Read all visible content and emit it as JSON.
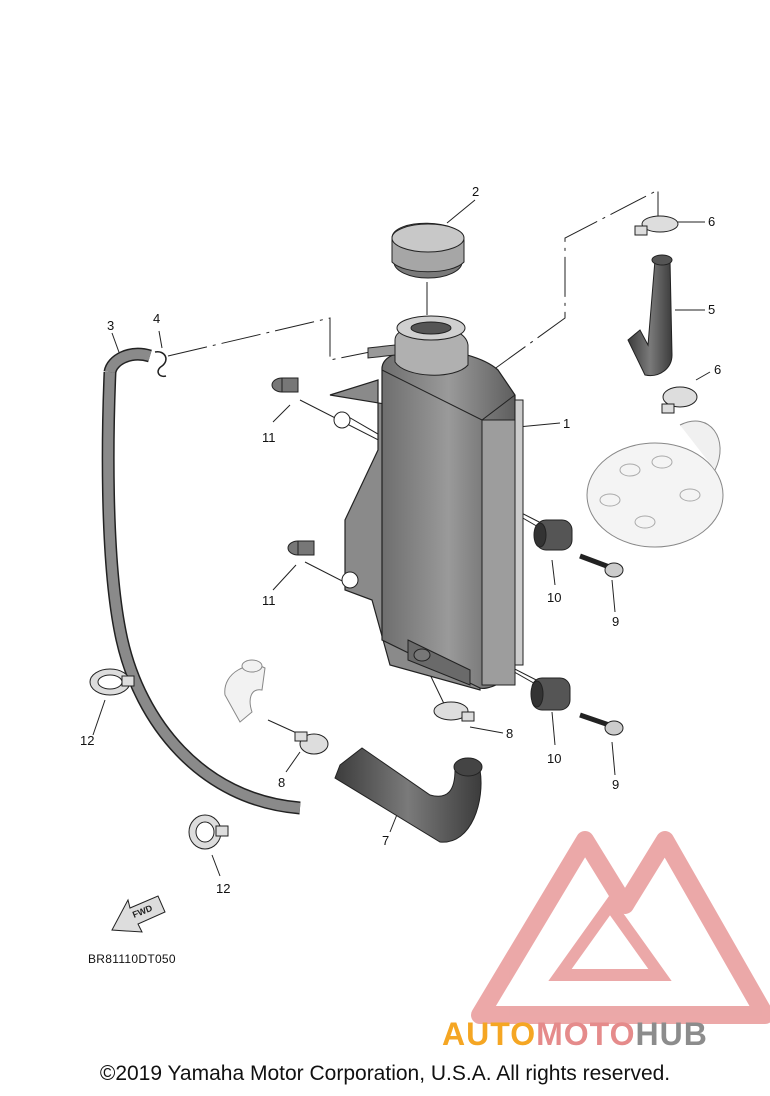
{
  "diagram_code": "BR81110DT050",
  "fwd_label": "FWD",
  "watermark": {
    "part1": "AUTO",
    "part2": "MOTO",
    "part3": "HUB",
    "color1": "#f5a623",
    "color2": "#e58b8b",
    "color3": "#8c8c8c"
  },
  "copyright": "©2019 Yamaha Motor Corporation, U.S.A. All rights reserved.",
  "callouts": {
    "c1": "1",
    "c2": "2",
    "c3": "3",
    "c4": "4",
    "c5": "5",
    "c6a": "6",
    "c6b": "6",
    "c7": "7",
    "c8a": "8",
    "c8b": "8",
    "c9a": "9",
    "c9b": "9",
    "c10a": "10",
    "c10b": "10",
    "c11a": "11",
    "c11b": "11",
    "c12a": "12",
    "c12b": "12"
  }
}
